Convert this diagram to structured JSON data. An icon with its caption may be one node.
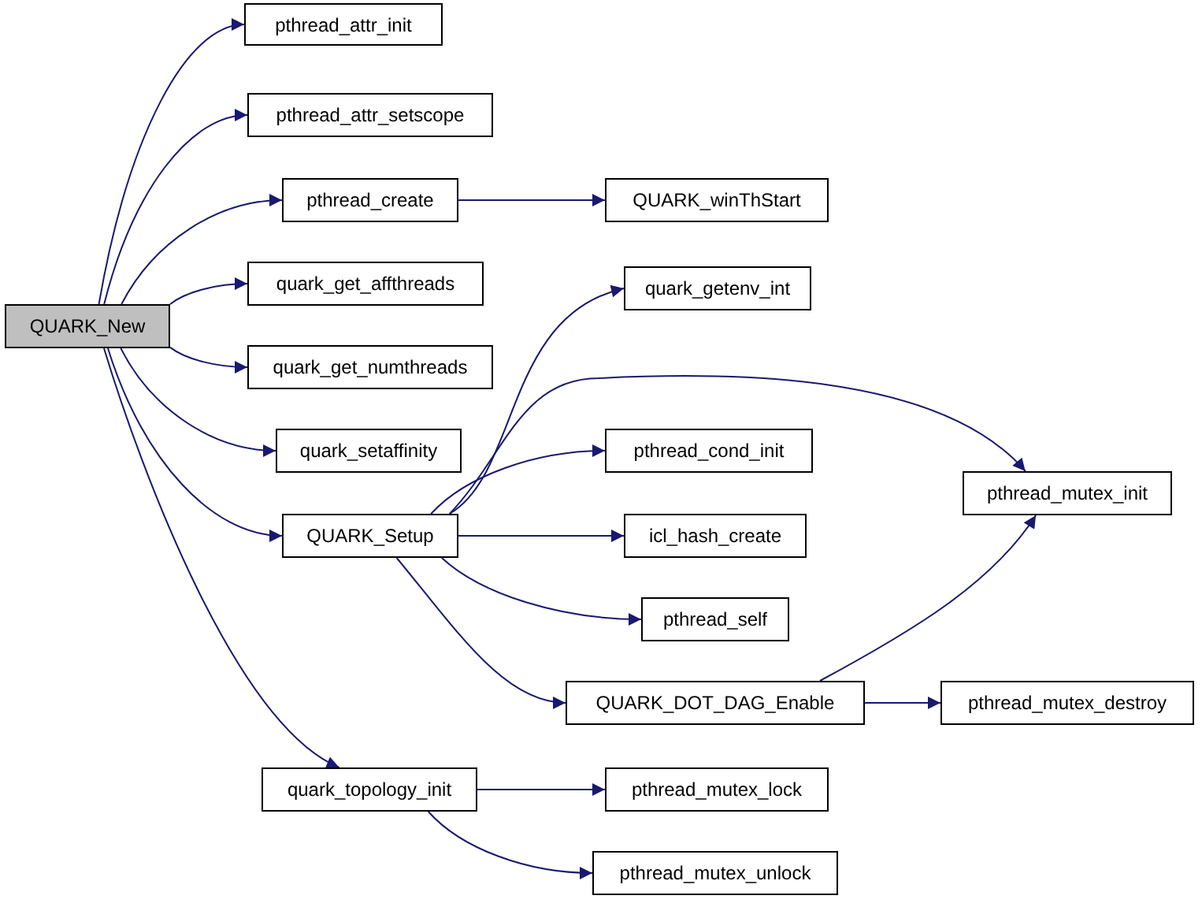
{
  "diagram": {
    "nodes": [
      {
        "text": [
          "QUARK_New"
        ]
      },
      {
        "text": [
          "pthread_attr_init"
        ]
      },
      {
        "text": [
          "pthread_attr_setscope"
        ]
      },
      {
        "text": [
          "pthread_create"
        ]
      },
      {
        "text": [
          "quark_get_affthreads"
        ]
      },
      {
        "text": [
          "quark_get_numthreads"
        ]
      },
      {
        "text": [
          "quark_setaffinity"
        ]
      },
      {
        "text": [
          "QUARK_Setup"
        ]
      },
      {
        "text": [
          "quark_topology_init"
        ]
      },
      {
        "text": [
          "QUARK_winThStart"
        ]
      },
      {
        "text": [
          "quark_getenv_int"
        ]
      },
      {
        "text": [
          "pthread_mutex_init"
        ]
      },
      {
        "text": [
          "pthread_cond_init"
        ]
      },
      {
        "text": [
          "icl_hash_create"
        ]
      },
      {
        "text": [
          "pthread_self"
        ]
      },
      {
        "text": [
          "QUARK_DOT_DAG_Enable"
        ]
      },
      {
        "text": [
          "pthread_mutex_destroy"
        ]
      },
      {
        "text": [
          "pthread_mutex_lock"
        ]
      },
      {
        "text": [
          "pthread_mutex_unlock"
        ]
      }
    ],
    "edges": [
      {
        "from": 0,
        "to": 1,
        "arrow": "to"
      },
      {
        "from": 0,
        "to": 2,
        "arrow": "to"
      },
      {
        "from": 0,
        "to": 3,
        "arrow": "to"
      },
      {
        "from": 0,
        "to": 4,
        "arrow": "to"
      },
      {
        "from": 0,
        "to": 5,
        "arrow": "to"
      },
      {
        "from": 0,
        "to": 6,
        "arrow": "to"
      },
      {
        "from": 0,
        "to": 7,
        "arrow": "to"
      },
      {
        "from": 0,
        "to": 8,
        "arrow": "to"
      },
      {
        "from": 3,
        "to": 9,
        "arrow": "to"
      },
      {
        "from": 7,
        "to": 10,
        "arrow": "to"
      },
      {
        "from": 7,
        "to": 11,
        "arrow": "to"
      },
      {
        "from": 7,
        "to": 12,
        "arrow": "to"
      },
      {
        "from": 7,
        "to": 13,
        "arrow": "to"
      },
      {
        "from": 7,
        "to": 14,
        "arrow": "to"
      },
      {
        "from": 7,
        "to": 15,
        "arrow": "to"
      },
      {
        "from": 15,
        "to": 11,
        "arrow": "to"
      },
      {
        "from": 15,
        "to": 16,
        "arrow": "to"
      },
      {
        "from": 8,
        "to": 17,
        "arrow": "to"
      },
      {
        "from": 8,
        "to": 18,
        "arrow": "to"
      }
    ]
  }
}
